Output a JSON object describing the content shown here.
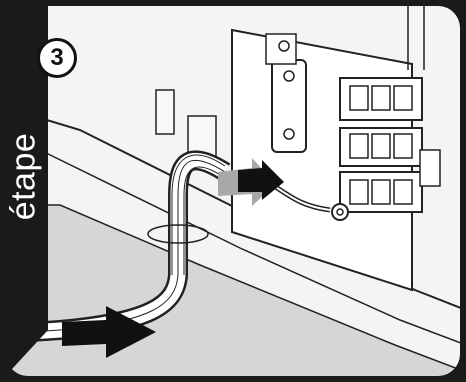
{
  "step": {
    "number": "3",
    "word": "étape"
  },
  "colors": {
    "frame": "#1a1a1a",
    "wall": "#f4f4f4",
    "floor": "#d9d9d9",
    "arrow_gray": "#a8a8a8",
    "arrow_black": "#111111",
    "line": "#222222"
  },
  "icons": {
    "cable-arrow-right": "arrow",
    "cable-arrow-left": "arrow"
  }
}
